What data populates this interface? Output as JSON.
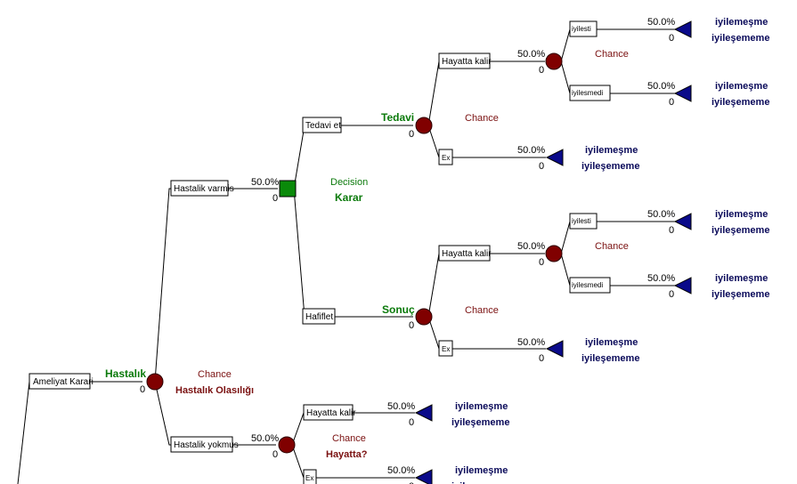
{
  "labels": {
    "ameliyat_karari": "Ameliyat Karari",
    "hastalik": "Hastalık",
    "hastalik_olasiligi": "Hastalık Olasılığı",
    "hastalik_varmis": "Hastalik varmis",
    "hastalik_yokmus": "Hastalik yokmus",
    "decision": "Decision",
    "karar": "Karar",
    "tedavi_et": "Tedavi et",
    "hafiflet": "Hafiflet",
    "tedavi": "Tedavi",
    "sonuc": "Sonuç",
    "hayatta_kalir": "Hayatta kalir",
    "ex": "Ex",
    "iyilesti": "iyilesti",
    "iyilesmedi": "iyilesmedi",
    "chance": "Chance",
    "hayatta": "Hayatta?",
    "iyilemesme": "iyilemeşme",
    "iyilesememe": "iyileşememe",
    "prob": "50.0%",
    "zero": "0"
  },
  "colors": {
    "chance_node": "#800000",
    "decision_node": "#0a8a0a",
    "terminal_node": "#0a0a8a"
  }
}
